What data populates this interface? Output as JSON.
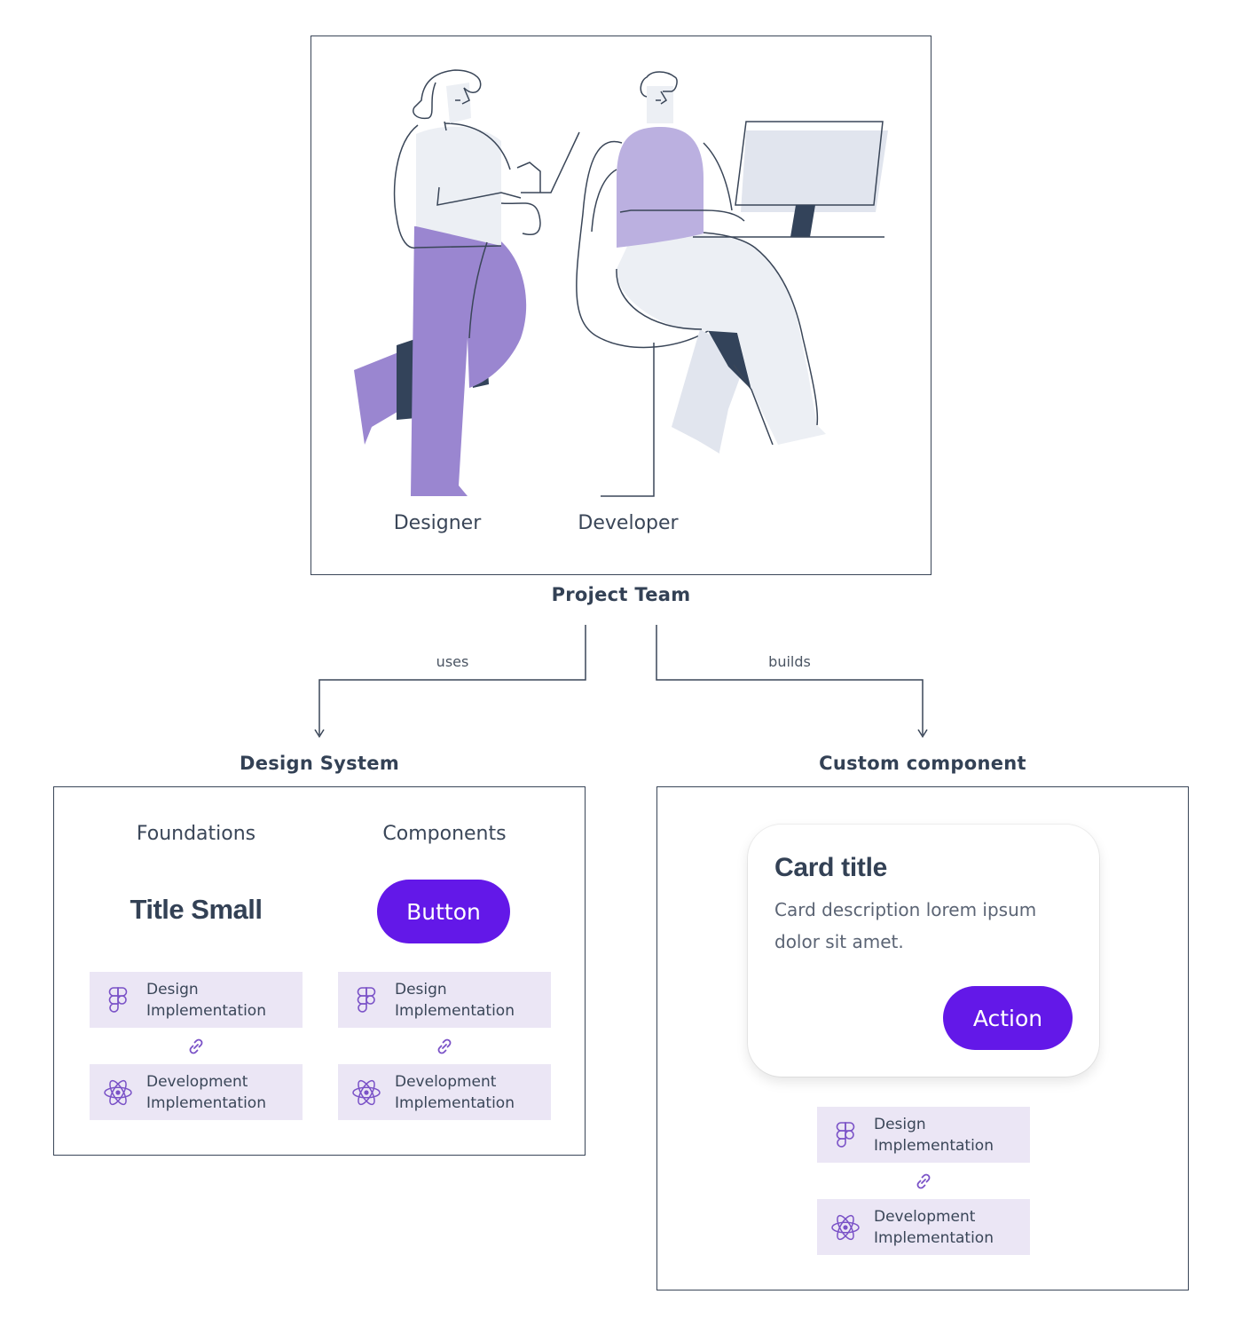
{
  "team": {
    "title": "Project Team",
    "roles": {
      "designer": "Designer",
      "developer": "Developer"
    }
  },
  "edges": {
    "uses": "uses",
    "builds": "builds"
  },
  "design_system": {
    "title": "Design System",
    "foundations": {
      "label": "Foundations",
      "sample_text": "Title Small",
      "design_impl": {
        "line1": "Design",
        "line2": "Implementation"
      },
      "dev_impl": {
        "line1": "Development",
        "line2": "Implementation"
      }
    },
    "components": {
      "label": "Components",
      "button_label": "Button",
      "design_impl": {
        "line1": "Design",
        "line2": "Implementation"
      },
      "dev_impl": {
        "line1": "Development",
        "line2": "Implementation"
      }
    }
  },
  "custom_component": {
    "title": "Custom component",
    "card": {
      "title": "Card title",
      "description": "Card description lorem ipsum dolor sit amet.",
      "action_label": "Action"
    },
    "design_impl": {
      "line1": "Design",
      "line2": "Implementation"
    },
    "dev_impl": {
      "line1": "Development",
      "line2": "Implementation"
    }
  },
  "colors": {
    "accent": "#6318e8",
    "impl_bg": "#ebe6f5",
    "icon_purple": "#7a52c7",
    "figure_purple": "#9a86d0",
    "figure_lavender": "#bbb0e0",
    "figure_gray": "#e1e5ee",
    "figure_dark": "#33435a",
    "line": "#3a4658"
  },
  "icons": {
    "design": "figma-icon",
    "development": "react-icon",
    "link": "link-icon"
  }
}
